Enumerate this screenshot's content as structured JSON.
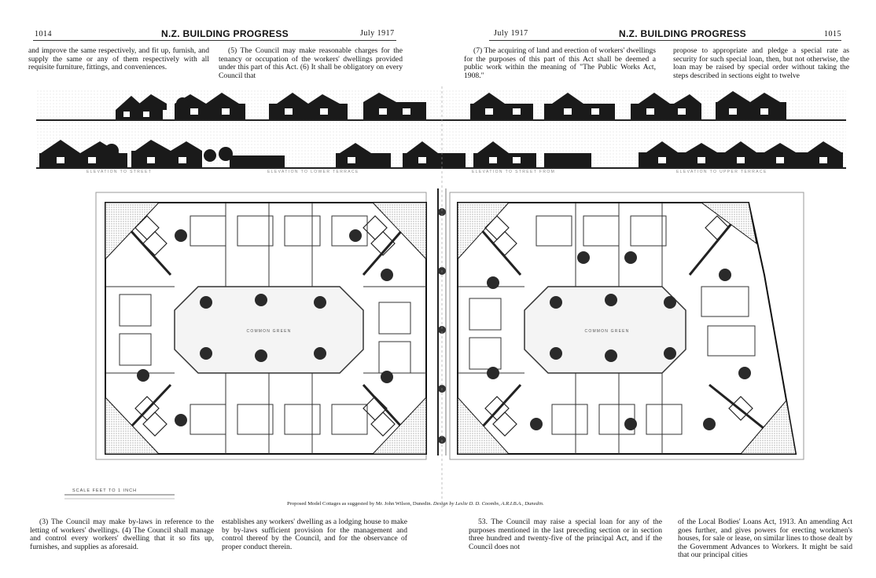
{
  "left_page": {
    "page_number": "1014",
    "masthead": "N.Z. BUILDING PROGRESS",
    "date": "July 1917"
  },
  "right_page": {
    "page_number": "1015",
    "masthead": "N.Z. BUILDING PROGRESS",
    "date": "July 1917"
  },
  "top_columns": [
    "and improve the same respectively, and fit up, furnish, and supply the same or any of them respectively with all requisite furniture, fittings, and conveniences.",
    "(5) The Council may make reasonable charges for the tenancy or occupation of the workers' dwellings provided under this part of this Act. (6) It shall be obligatory on every Council that",
    "(7) The acquiring of land and erection of workers' dwellings for the purposes of this part of this Act shall be deemed a public work within the meaning of \"The Public Works Act, 1908.\"",
    "propose to appropriate and pledge a special rate as security for such special loan, then, but not otherwise, the loan may be raised by special order without taking the steps described in sections eight to twelve"
  ],
  "plan": {
    "left_common_label": "COMMON GREEN",
    "right_common_label": "COMMON GREEN",
    "scale_label": "SCALE   FEET TO 1 INCH"
  },
  "elevation_labels": [
    "ELEVATION TO STREET",
    "ELEVATION TO LOWER TERRACE",
    "ELEVATION TO STREET FROM",
    "ELEVATION TO UPPER TERRACE"
  ],
  "caption": {
    "text": "Proposed Model Cottages as suggested by Mr. John Wilson, Dunedin.",
    "design_credit": "Design by Leslie D. D. Coombs, A.R.I.B.A., Dunedin."
  },
  "bottom_columns": [
    "(3) The Council may make by-laws in reference to the letting of workers' dwellings. (4) The Council shall manage and control every workers' dwelling that it so fits up, furnishes, and supplies as aforesaid.",
    "establishes any workers' dwelling as a lodging house to make by by-laws sufficient provision for the management and control thereof by the Council, and for the observance of proper conduct therein.",
    "53. The Council may raise a special loan for any of the purposes mentioned in the last preceding section or in section three hundred and twenty-five of the principal Act, and if the Council does not",
    "of the Local Bodies' Loans Act, 1913. An amending Act goes further, and gives powers for erecting workmen's houses, for sale or lease, on similar lines to those dealt by the Government Advances to Workers. It might be said that our principal cities"
  ]
}
